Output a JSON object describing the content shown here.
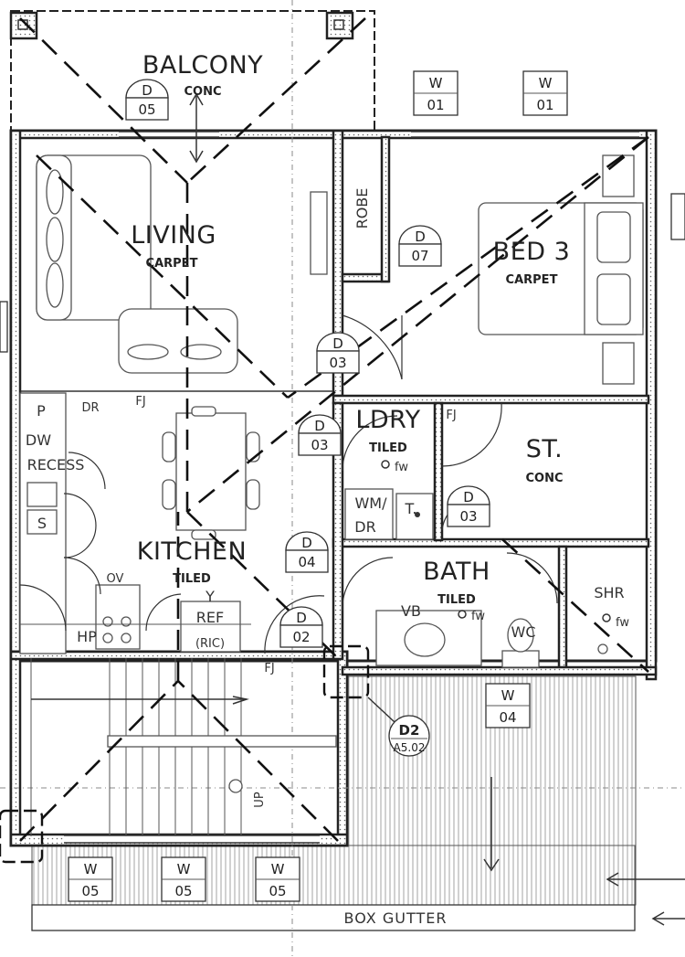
{
  "rooms": {
    "balcony": {
      "name": "BALCONY",
      "finish": "CONC"
    },
    "living": {
      "name": "LIVING",
      "finish": "CARPET"
    },
    "robe": {
      "name": "ROBE"
    },
    "bed3": {
      "name": "BED 3",
      "finish": "CARPET"
    },
    "kitchen": {
      "name": "KITCHEN",
      "finish": "TILED"
    },
    "ldry": {
      "name": "LDRY",
      "finish": "TILED",
      "fw": "fw"
    },
    "store": {
      "name": "ST.",
      "finish": "CONC"
    },
    "bath": {
      "name": "BATH",
      "finish": "TILED",
      "fw": "fw"
    },
    "shower": {
      "name": "SHR",
      "fw": "fw"
    }
  },
  "labels": {
    "pantry": "P",
    "dr_kitchen": "DR",
    "fj_kitchen": "FJ",
    "fj_ldry": "FJ",
    "fj_stair": "FJ",
    "dw": "DW",
    "recess": "RECESS",
    "sink": "S",
    "ov": "OV",
    "hp": "HP",
    "ref": "REF",
    "ref_sub": "(RIC)",
    "y_kitchen": "Y",
    "wm": "WM/",
    "dr_ldry": "DR",
    "tub": "T.",
    "vb": "VB",
    "wc": "WC",
    "conc": "CONC",
    "up": "UP",
    "box_gutter": "BOX GUTTER"
  },
  "door_tags": [
    {
      "id": "d05",
      "top": "D",
      "bottom": "05"
    },
    {
      "id": "d07",
      "top": "D",
      "bottom": "07"
    },
    {
      "id": "d03a",
      "top": "D",
      "bottom": "03"
    },
    {
      "id": "d03b",
      "top": "D",
      "bottom": "03"
    },
    {
      "id": "d03c",
      "top": "D",
      "bottom": "03"
    },
    {
      "id": "d04",
      "top": "D",
      "bottom": "04"
    },
    {
      "id": "d02",
      "top": "D",
      "bottom": "02"
    }
  ],
  "window_tags": [
    {
      "id": "w01a",
      "top": "W",
      "bottom": "01"
    },
    {
      "id": "w01b",
      "top": "W",
      "bottom": "01"
    },
    {
      "id": "w04",
      "top": "W",
      "bottom": "04"
    },
    {
      "id": "w05a",
      "top": "W",
      "bottom": "05"
    },
    {
      "id": "w05b",
      "top": "W",
      "bottom": "05"
    },
    {
      "id": "w05c",
      "top": "W",
      "bottom": "05"
    }
  ],
  "detail_callout": {
    "ref": "D2",
    "sheet": "A5.02"
  }
}
